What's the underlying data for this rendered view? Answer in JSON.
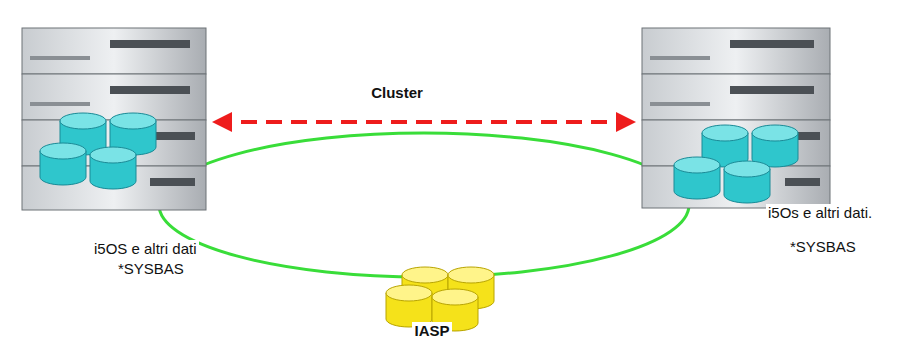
{
  "diagram": {
    "nodes": [
      {
        "text": [
          "i5OS e altri dati",
          "*SYSBAS"
        ]
      },
      {
        "text": [
          "i5Os e altri dati.",
          "*SYSBAS"
        ]
      },
      {
        "text": [
          "IASP"
        ]
      }
    ],
    "edges": [
      {
        "from": 0,
        "to": 1,
        "arrow": "both",
        "label": "Cluster"
      }
    ]
  }
}
